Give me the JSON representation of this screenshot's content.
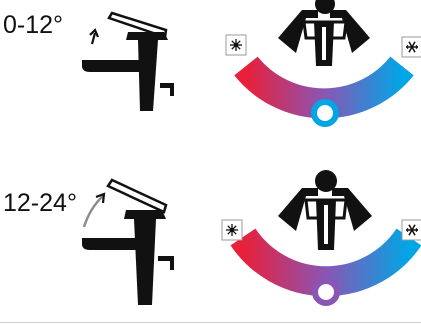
{
  "panels": [
    {
      "id": "low-lift",
      "angle_label": "0-12°",
      "lift_range_degrees": [
        0,
        12
      ],
      "left_icon": "warm-sun-icon",
      "right_icon": "cold-snowflake-icon",
      "ring_marker_color": "#00a6e6"
    },
    {
      "id": "high-lift",
      "angle_label": "12-24°",
      "lift_range_degrees": [
        12,
        24
      ],
      "left_icon": "warm-sun-icon",
      "right_icon": "cold-snowflake-icon",
      "ring_marker_color": "#8a55b4"
    }
  ],
  "colors": {
    "hot": "#e8203a",
    "mid": "#8a55b4",
    "cold": "#00a6e6",
    "faucet": "#111111",
    "icon_box_border": "#9a9a9a"
  }
}
